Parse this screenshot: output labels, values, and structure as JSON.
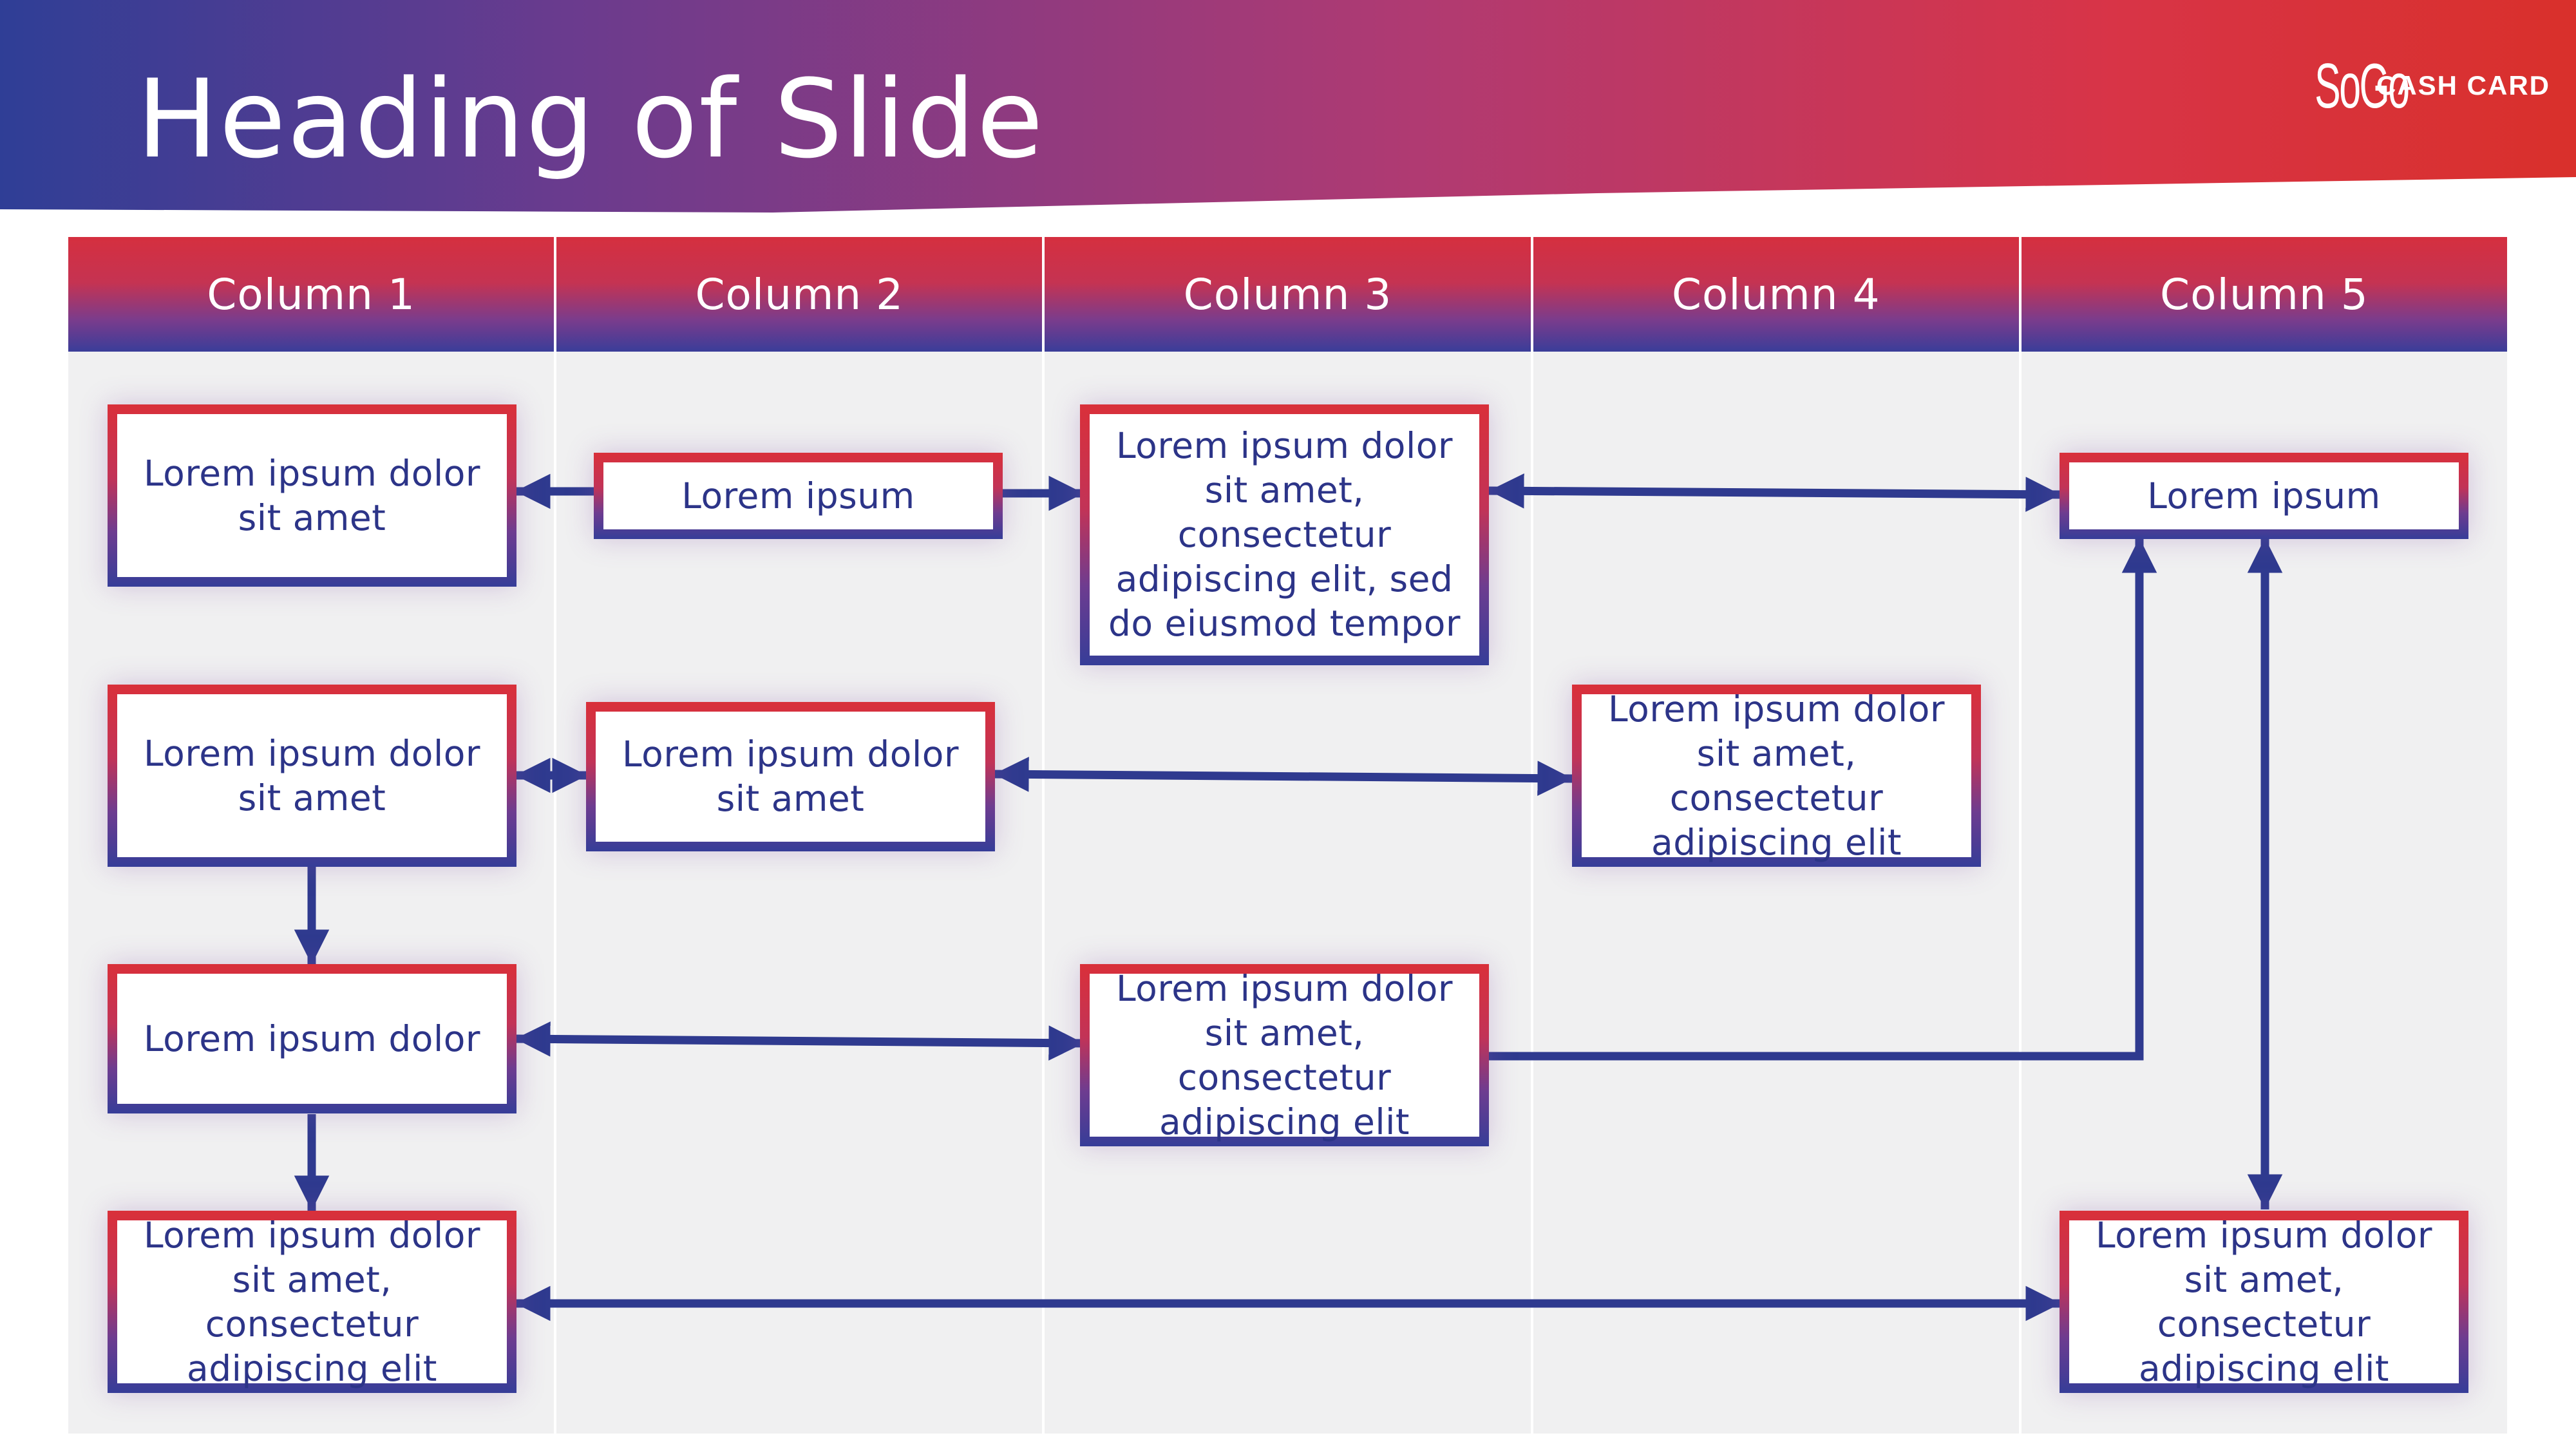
{
  "slide": {
    "title": "Heading of Slide",
    "logo_mark": "SoGo",
    "logo_text": "CASH CARD"
  },
  "columns": [
    "Column 1",
    "Column 2",
    "Column 3",
    "Column 4",
    "Column 5"
  ],
  "boxes": {
    "c1r1": "Lorem ipsum dolor sit amet",
    "c2r1": "Lorem ipsum",
    "c3r1": "Lorem ipsum dolor sit amet, consectetur adipiscing elit, sed do eiusmod tempor",
    "c5r1": "Lorem ipsum",
    "c1r2": "Lorem ipsum dolor sit amet",
    "c2r2": "Lorem ipsum dolor sit amet",
    "c4r2": "Lorem ipsum dolor sit amet, consectetur adipiscing elit",
    "c1r3": "Lorem ipsum dolor",
    "c3r3": "Lorem ipsum dolor sit amet, consectetur adipiscing elit",
    "c1r4": "Lorem ipsum dolor sit amet, consectetur adipiscing elit",
    "c5r4": "Lorem ipsum dolor sit amet, consectetur adipiscing elit"
  },
  "colors": {
    "arrow": "#2f3a8f",
    "red": "#d9302b",
    "blue": "#2f3e96"
  }
}
